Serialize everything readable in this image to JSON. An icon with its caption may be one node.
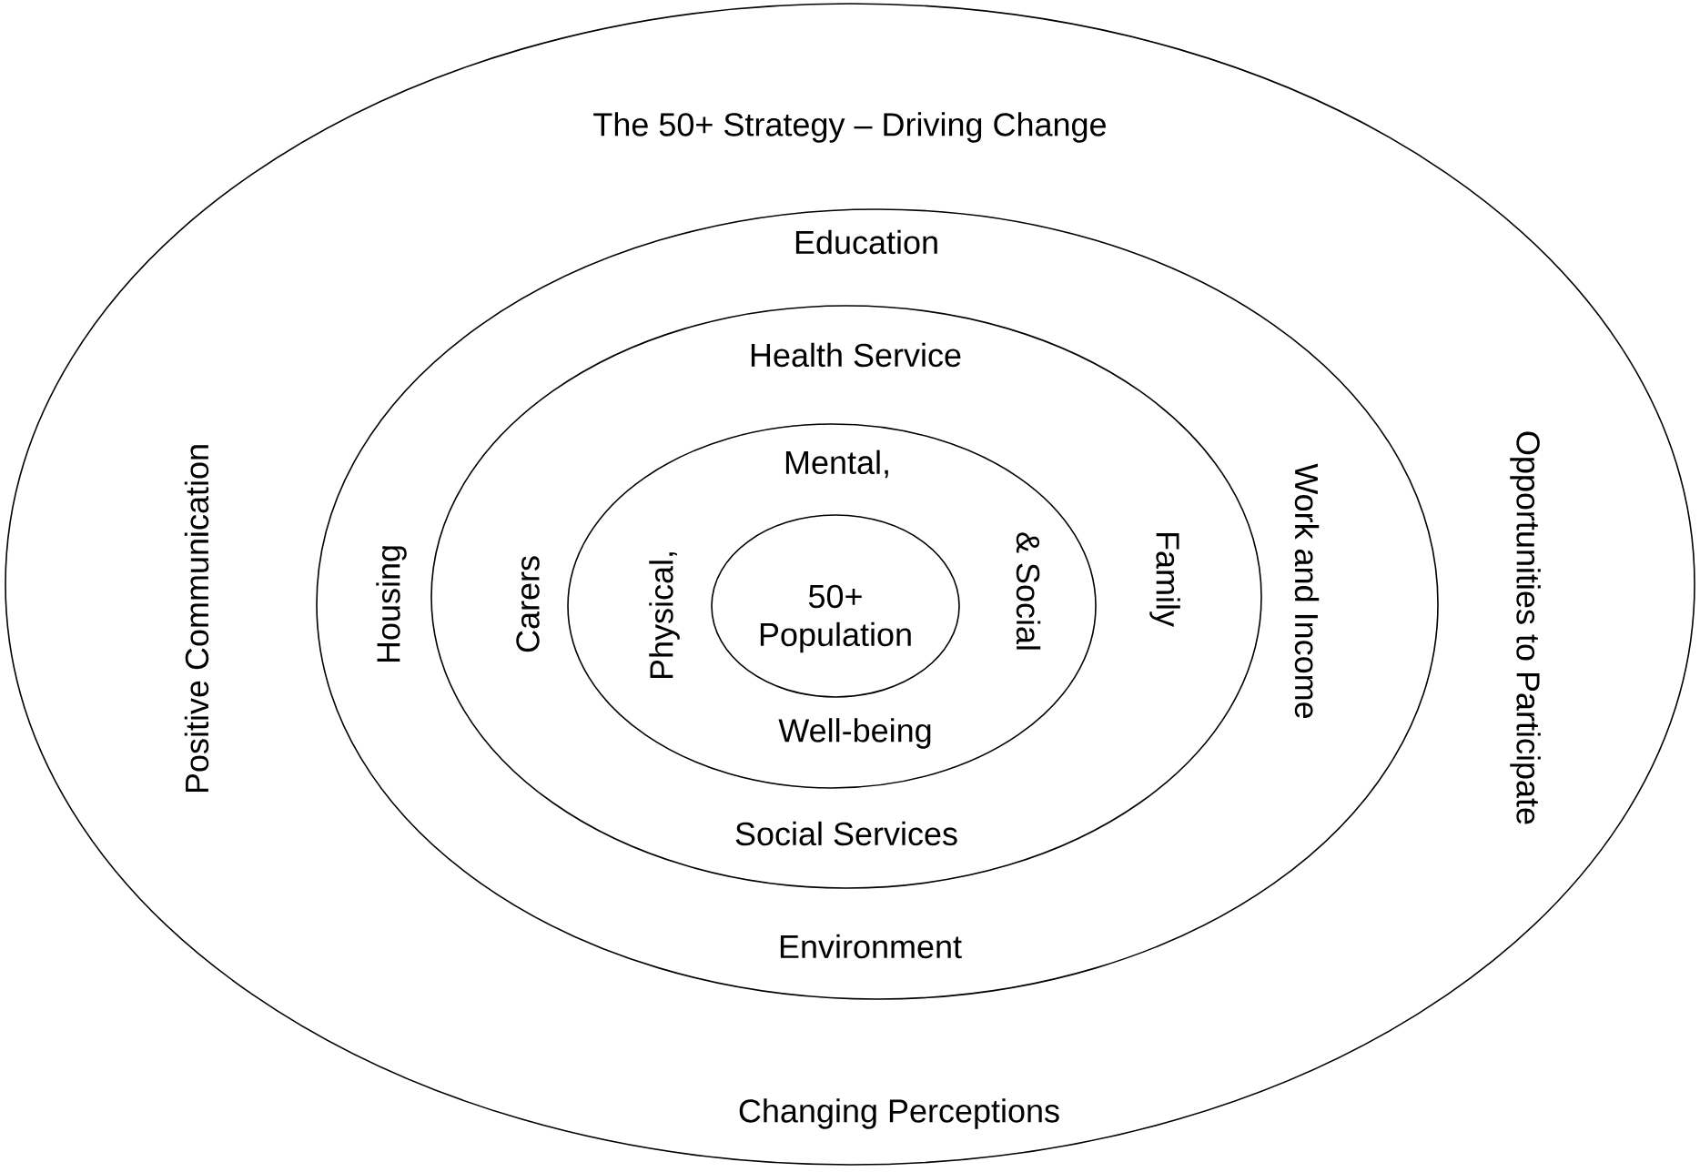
{
  "diagram": {
    "nodes": [
      {
        "text": [
          "The 50+ Strategy – Driving Change",
          "Positive Communication",
          "Opportunities to Participate",
          "Changing Perceptions"
        ]
      },
      {
        "text": [
          "Education",
          "Housing",
          "Work and Income",
          "Environment"
        ],
        "in": 0
      },
      {
        "text": [
          "Health Service",
          "Carers",
          "Family",
          "Social Services"
        ],
        "in": 1
      },
      {
        "text": [
          "Mental,",
          "Physical,",
          "& Social",
          "Well-being"
        ],
        "in": 2
      },
      {
        "text": [
          "50+ Population"
        ],
        "in": 3
      }
    ]
  }
}
